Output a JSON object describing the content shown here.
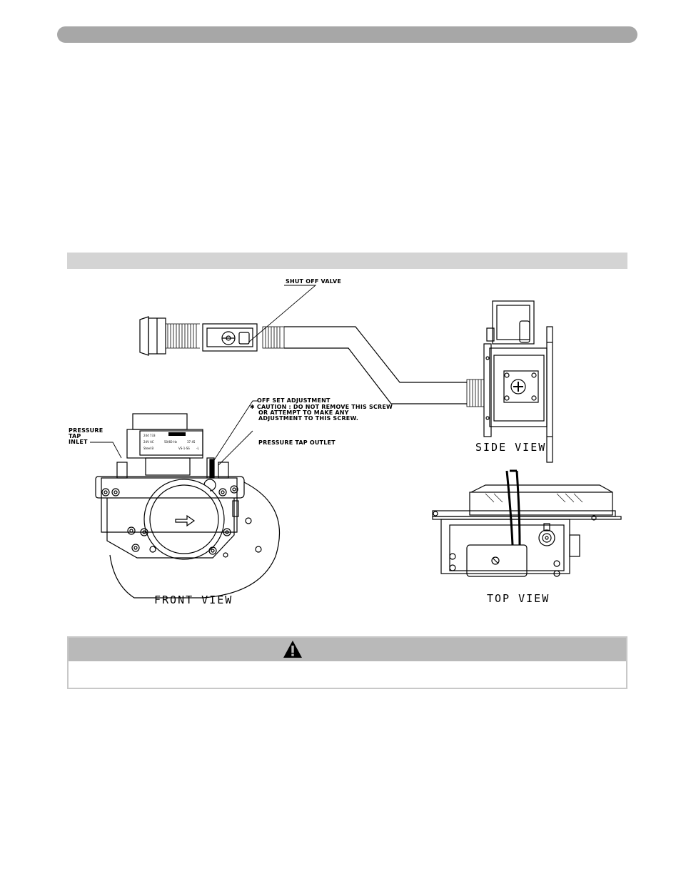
{
  "labels": {
    "shut_off_valve": "SHUT OFF VALVE",
    "off_set_adjustment": "OFF SET ADJUSTMENT",
    "caution_line1": "✱ CAUTION : DO NOT REMOVE THIS SCREW",
    "caution_line2": "OR ATTEMPT TO MAKE  ANY",
    "caution_line3": "ADJUSTMENT TO THIS SCREW.",
    "pressure_tap_inlet_1": "PRESSURE",
    "pressure_tap_inlet_2": "TAP",
    "pressure_tap_inlet_3": "INLET",
    "pressure_tap_outlet": "PRESSURE TAP OUTLET",
    "side_view": "SIDE VIEW",
    "front_view": "FRONT VIEW",
    "top_view": "TOP VIEW"
  },
  "valve_plate": {
    "row1_left": "244 733",
    "row2_left": "24V AC",
    "row2_mid": "50/60 Hz",
    "row2_right": "37 45",
    "row3_left": "Steel B",
    "row3_mid": "VS-1-SS",
    "row3_right": "-L"
  },
  "icons": {
    "warning": "warning-triangle-icon",
    "flow_arrow": "flow-arrow-icon"
  },
  "colors": {
    "header_bar": "#a7a7a7",
    "figure_bar": "#d4d4d4",
    "warning_head": "#b9b9b9",
    "warning_border": "#c8c8c8"
  }
}
